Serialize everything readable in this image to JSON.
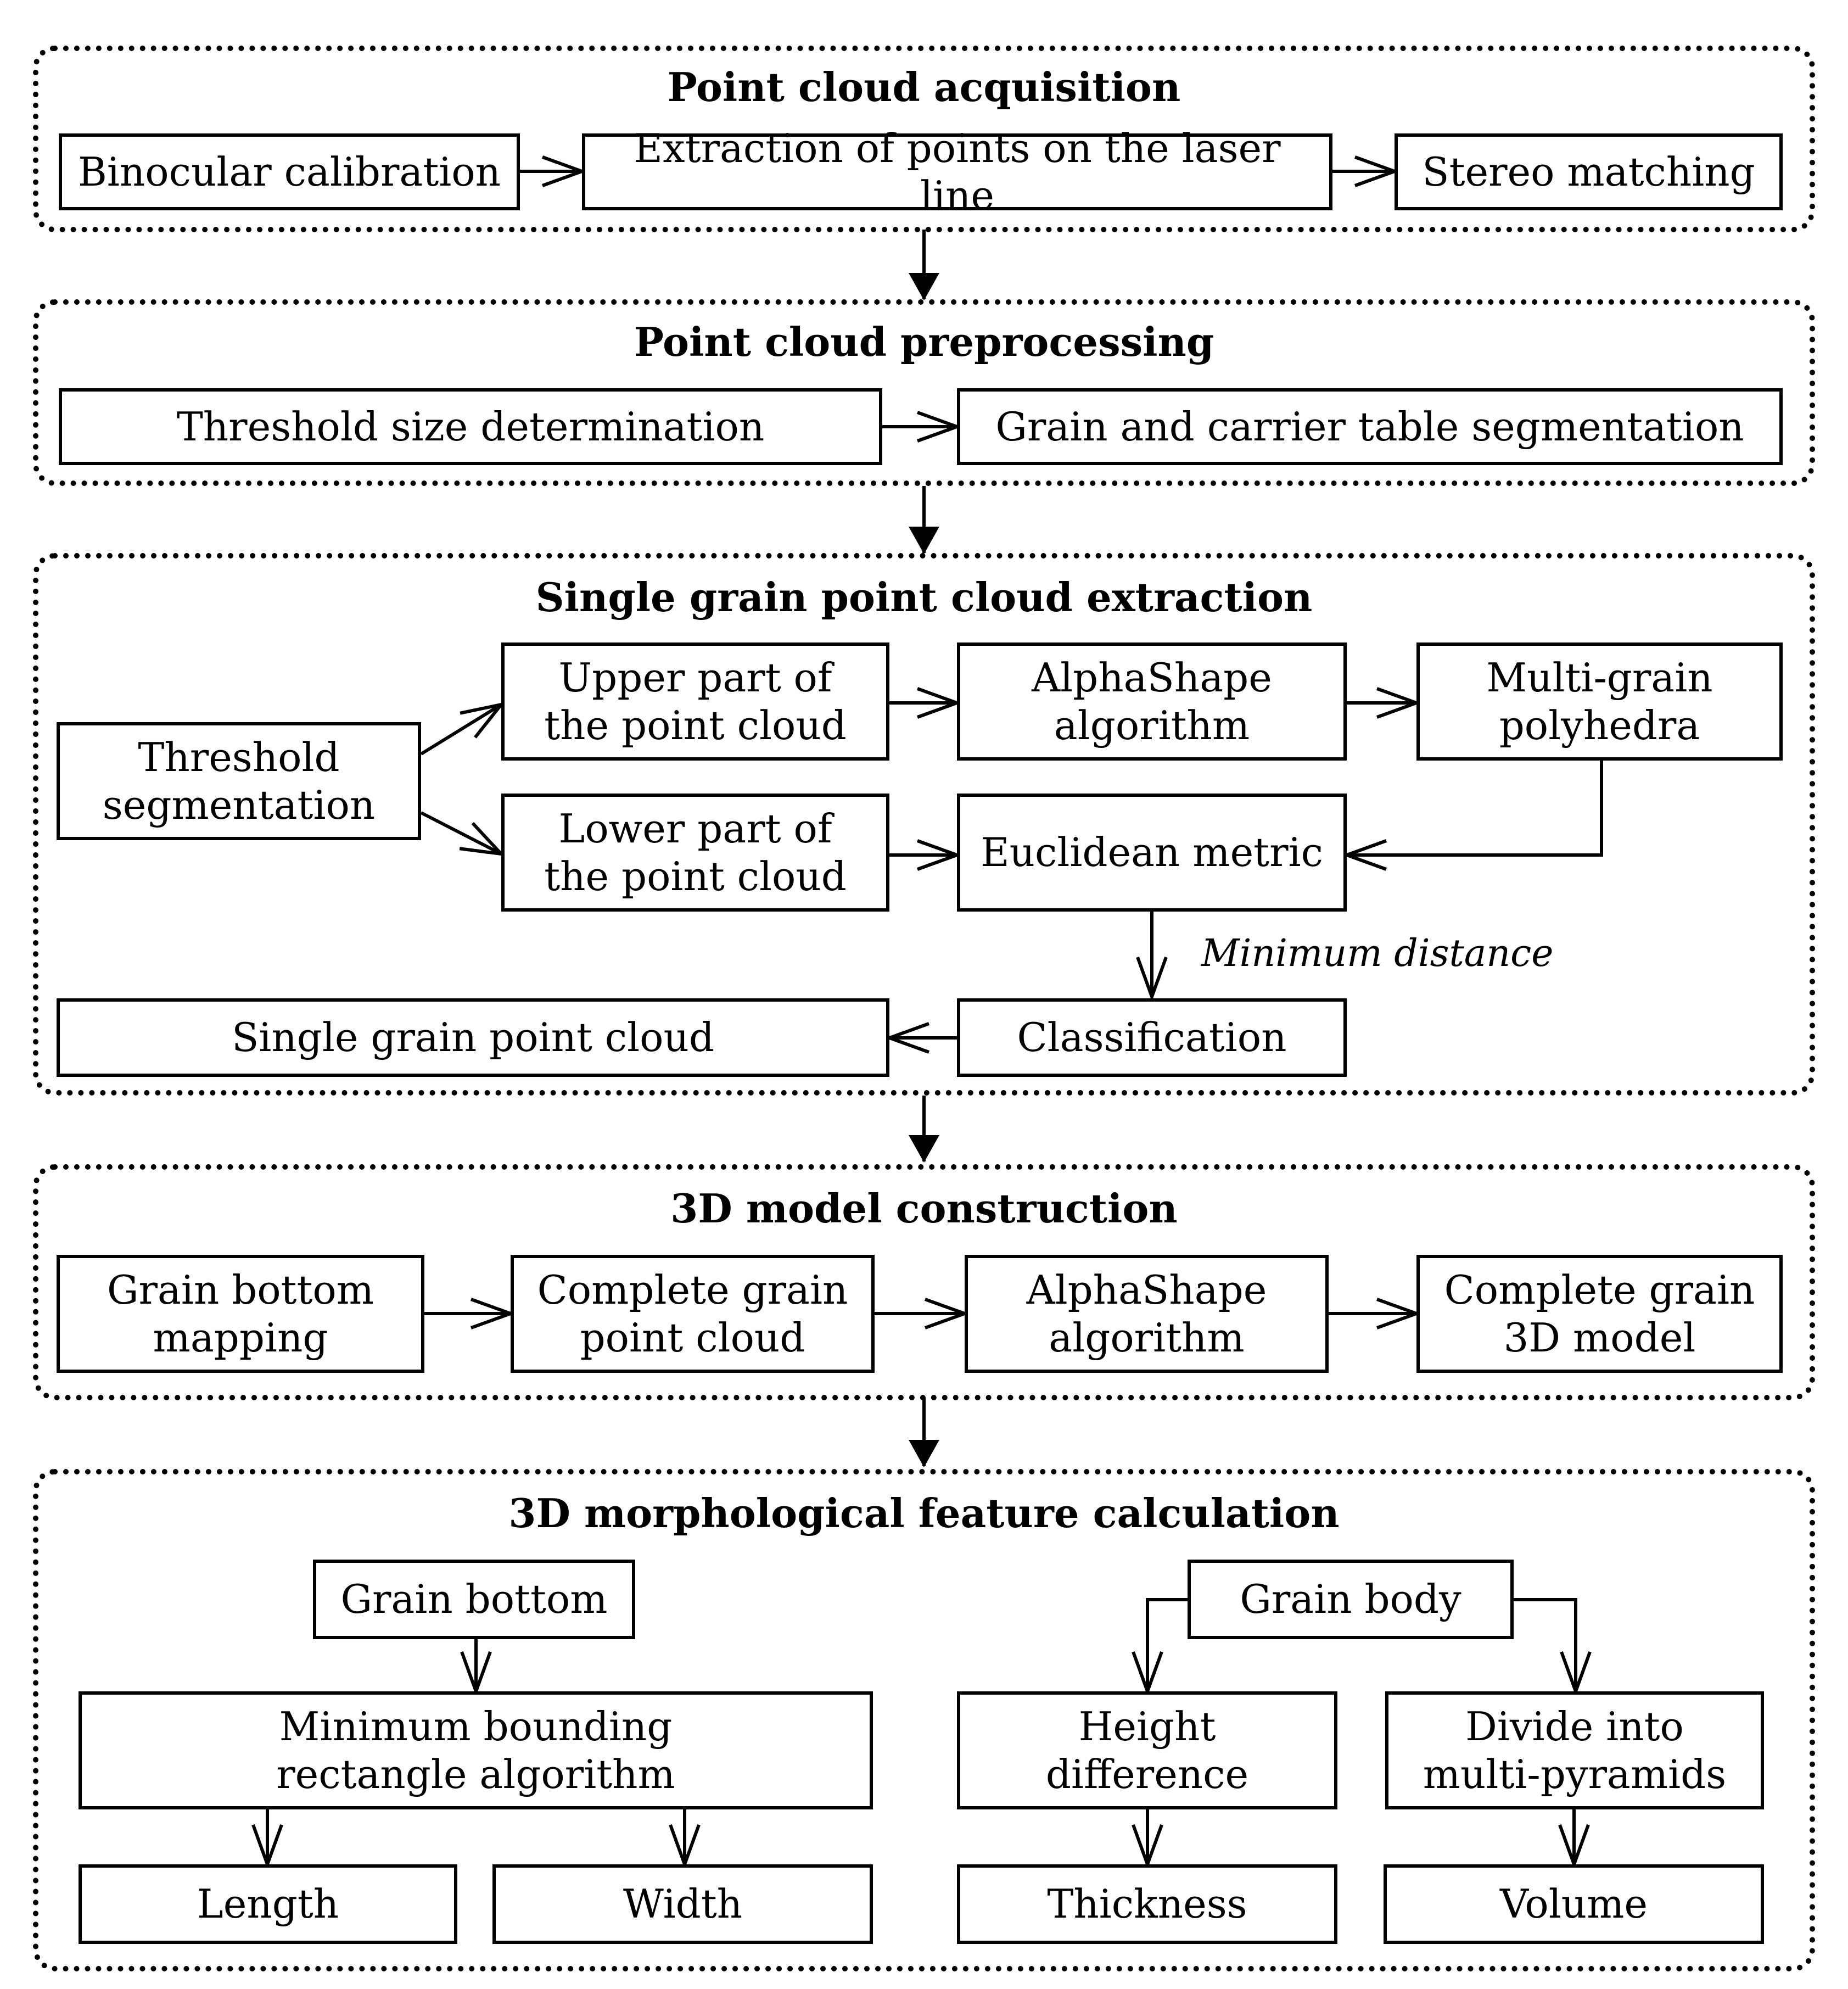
{
  "diagram": {
    "groups": [
      {
        "title": "Point cloud acquisition",
        "nodes": [
          "Binocular calibration",
          "Extraction of points on the laser line",
          "Stereo matching"
        ]
      },
      {
        "title": "Point cloud preprocessing",
        "nodes": [
          "Threshold size determination",
          "Grain and carrier table segmentation"
        ]
      },
      {
        "title": "Single grain point cloud extraction",
        "nodes": [
          "Threshold\nsegmentation",
          "Upper part of\nthe point cloud",
          "AlphaShape\nalgorithm",
          "Multi-grain\npolyhedra",
          "Lower part of\nthe point cloud",
          "Euclidean metric",
          "Classification",
          "Single grain point cloud"
        ],
        "edge_label": "Minimum distance"
      },
      {
        "title": "3D model construction",
        "nodes": [
          "Grain bottom\nmapping",
          "Complete grain\npoint cloud",
          "AlphaShape\nalgorithm",
          "Complete grain\n3D model"
        ]
      },
      {
        "title": "3D morphological feature calculation",
        "nodes": [
          "Grain bottom",
          "Minimum bounding\nrectangle algorithm",
          "Length",
          "Width",
          "Grain body",
          "Height\ndifference",
          "Divide into\nmulti-pyramids",
          "Thickness",
          "Volume"
        ]
      }
    ]
  }
}
